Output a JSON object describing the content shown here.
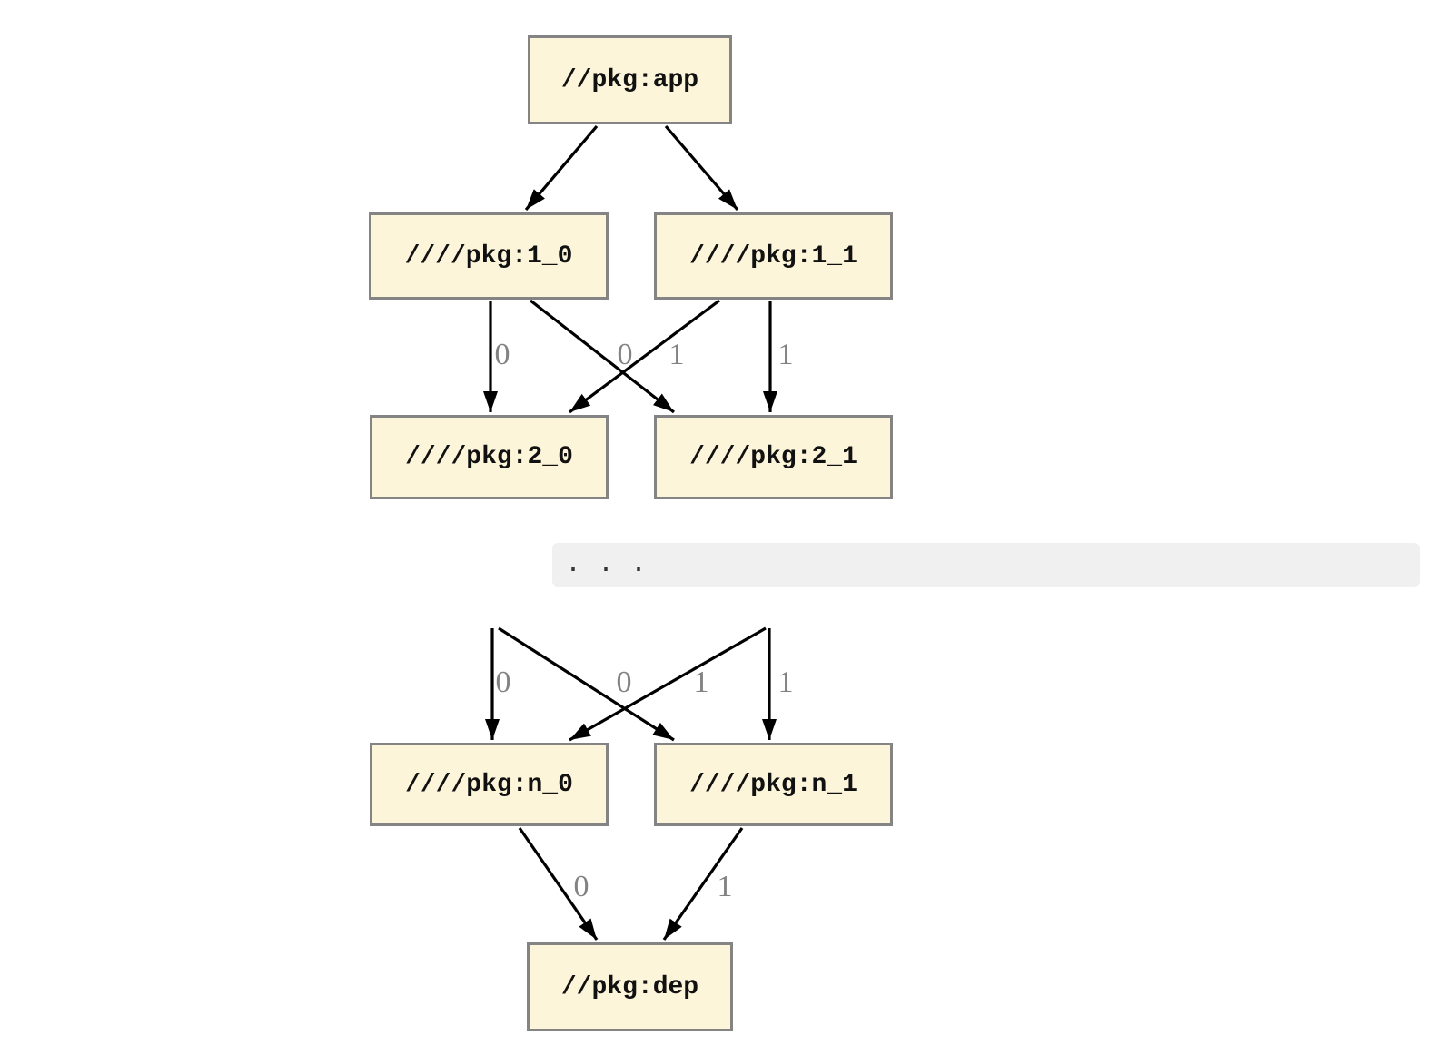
{
  "diagram": {
    "nodes": {
      "app": "//pkg:app",
      "l1_0": "////pkg:1_0",
      "l1_1": "////pkg:1_1",
      "l2_0": "////pkg:2_0",
      "l2_1": "////pkg:2_1",
      "ln_0": "////pkg:n_0",
      "ln_1": "////pkg:n_1",
      "dep": "//pkg:dep"
    },
    "edge_labels": {
      "row2_left_vert": "0",
      "row2_cross_to_left": "0",
      "row2_cross_to_right": "1",
      "row2_right_vert": "1",
      "rown_left_vert": "0",
      "rown_cross_to_left": "0",
      "rown_cross_to_right": "1",
      "rown_right_vert": "1",
      "dep_left": "0",
      "dep_right": "1"
    },
    "ellipsis": ". . .",
    "colors": {
      "node_fill": "#fcf5da",
      "node_border": "#848484",
      "edge": "#000000",
      "edge_label": "#828282",
      "band_bg": "#f0f0f0"
    }
  }
}
